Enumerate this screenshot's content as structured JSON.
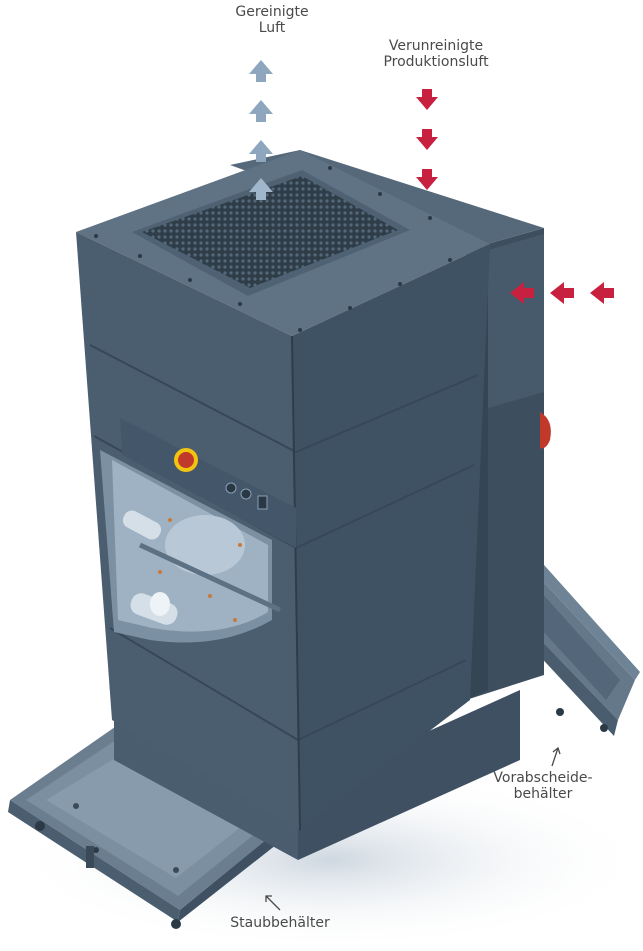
{
  "labels": {
    "clean_air": [
      "Gereinigte",
      "Luft"
    ],
    "dirty_air": [
      "Verunreinigte",
      "Produktionsluft"
    ],
    "pre_separator": [
      "Vorabscheide-",
      "behälter"
    ],
    "dust_container": "Staubbehälter"
  },
  "colors": {
    "clean_air_arrow": "#8ea7bf",
    "dirty_air_arrow": "#c8203f",
    "machine_top": "#5b6f80",
    "machine_front": "#46596a",
    "machine_side": "#3a4c5c",
    "emergency_stop": "#c0392b",
    "emergency_stop_ring": "#f1c40f"
  }
}
